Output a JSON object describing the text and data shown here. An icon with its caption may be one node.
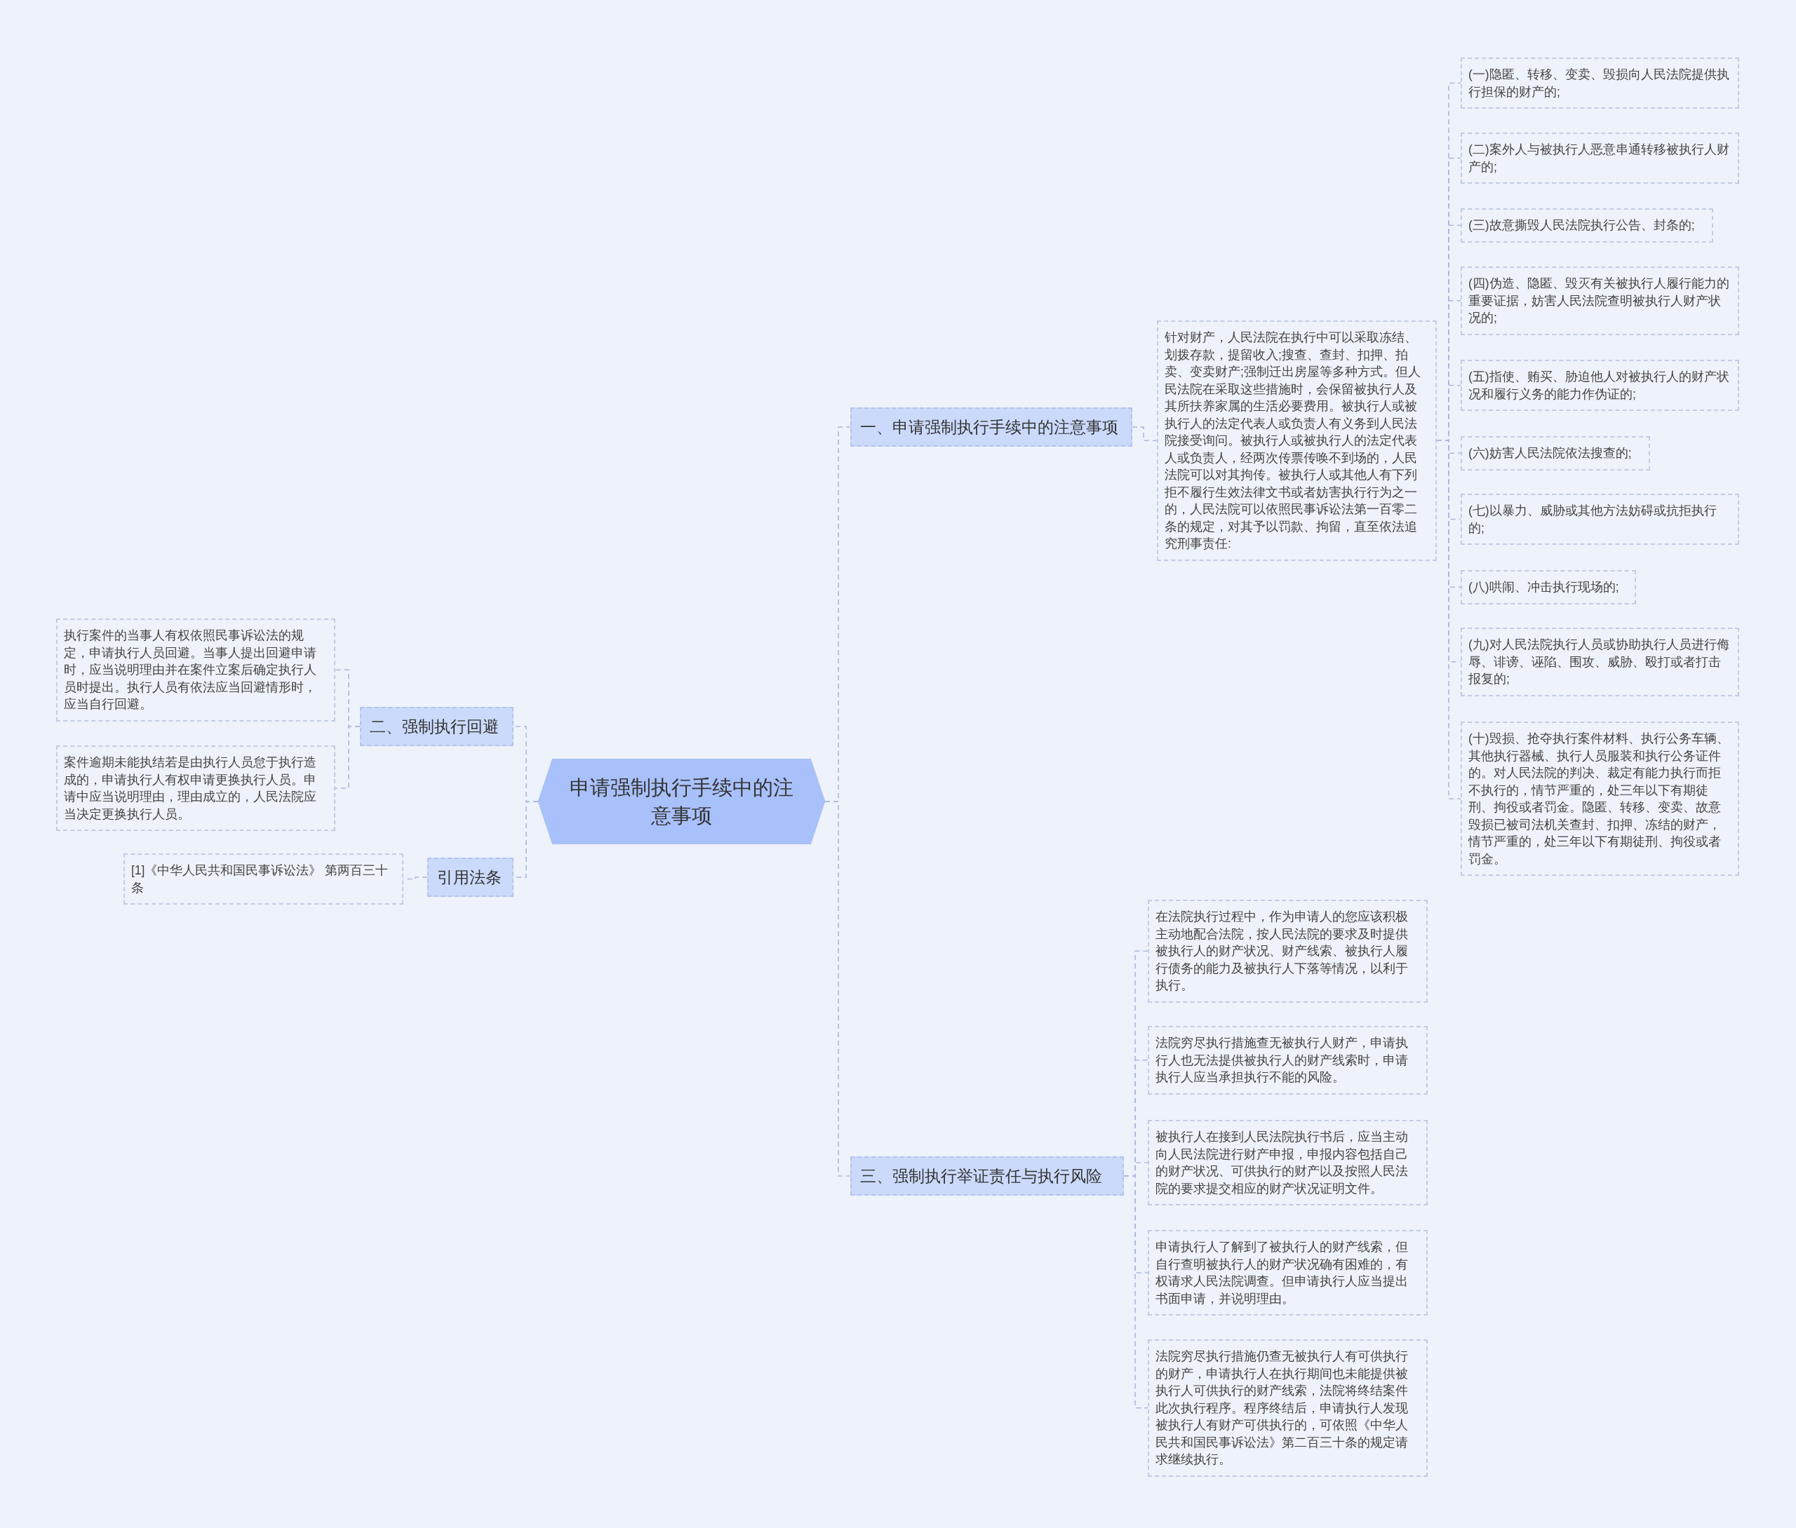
{
  "diagram": {
    "nodes": [
      {
        "text": [
          "申请强制执行手续中的注意事项"
        ]
      },
      {
        "text": [
          "一、申请强制执行手续中的注意事项"
        ]
      },
      {
        "text": [
          "针对财产，人民法院在执行中可以采取冻结、划拨存款，提留收入;搜查、查封、扣押、拍卖、变卖财产;强制迁出房屋等多种方式。但人民法院在采取这些措施时，会保留被执行人及其所扶养家属的生活必要费用。被执行人或被执行人的法定代表人或负责人有义务到人民法院接受询问。被执行人或被执行人的法定代表人或负责人，经两次传票传唤不到场的，人民法院可以对其拘传。被执行人或其他人有下列拒不履行生效法律文书或者妨害执行行为之一的，人民法院可以依照民事诉讼法第一百零二条的规定，对其予以罚款、拘留，直至依法追究刑事责任:"
        ]
      },
      {
        "text": [
          "(一)隐匿、转移、变卖、毁损向人民法院提供执行担保的财产的;"
        ]
      },
      {
        "text": [
          "(二)案外人与被执行人恶意串通转移被执行人财产的;"
        ]
      },
      {
        "text": [
          "(三)故意撕毁人民法院执行公告、封条的;"
        ]
      },
      {
        "text": [
          "(四)伪造、隐匿、毁灭有关被执行人履行能力的重要证据，妨害人民法院查明被执行人财产状况的;"
        ]
      },
      {
        "text": [
          "(五)指使、贿买、胁迫他人对被执行人的财产状况和履行义务的能力作伪证的;"
        ]
      },
      {
        "text": [
          "(六)妨害人民法院依法搜查的;"
        ]
      },
      {
        "text": [
          "(七)以暴力、威胁或其他方法妨碍或抗拒执行的;"
        ]
      },
      {
        "text": [
          "(八)哄闹、冲击执行现场的;"
        ]
      },
      {
        "text": [
          "(九)对人民法院执行人员或协助执行人员进行侮辱、诽谤、诬陷、围攻、威胁、殴打或者打击报复的;"
        ]
      },
      {
        "text": [
          "(十)毁损、抢夺执行案件材料、执行公务车辆、其他执行器械、执行人员服装和执行公务证件的。对人民法院的判决、裁定有能力执行而拒不执行的，情节严重的，处三年以下有期徒刑、拘役或者罚金。隐匿、转移、变卖、故意毁损已被司法机关查封、扣押、冻结的财产，情节严重的，处三年以下有期徒刑、拘役或者罚金。"
        ]
      },
      {
        "text": [
          "二、强制执行回避"
        ]
      },
      {
        "text": [
          "执行案件的当事人有权依照民事诉讼法的规定，申请执行人员回避。当事人提出回避申请时，应当说明理由并在案件立案后确定执行人员时提出。执行人员有依法应当回避情形时，应当自行回避。"
        ]
      },
      {
        "text": [
          "案件逾期未能执结若是由执行人员怠于执行造成的，申请执行人有权申请更换执行人员。申请中应当说明理由，理由成立的，人民法院应当决定更换执行人员。"
        ]
      },
      {
        "text": [
          "引用法条"
        ]
      },
      {
        "text": [
          "[1]《中华人民共和国民事诉讼法》 第两百三十条"
        ]
      },
      {
        "text": [
          "三、强制执行举证责任与执行风险"
        ]
      },
      {
        "text": [
          "在法院执行过程中，作为申请人的您应该积极主动地配合法院，按人民法院的要求及时提供被执行人的财产状况、财产线索、被执行人履行债务的能力及被执行人下落等情况，以利于执行。"
        ]
      },
      {
        "text": [
          "法院穷尽执行措施查无被执行人财产，申请执行人也无法提供被执行人的财产线索时，申请执行人应当承担执行不能的风险。"
        ]
      },
      {
        "text": [
          "被执行人在接到人民法院执行书后，应当主动向人民法院进行财产申报，申报内容包括自己的财产状况、可供执行的财产以及按照人民法院的要求提交相应的财产状况证明文件。"
        ]
      },
      {
        "text": [
          "申请执行人了解到了被执行人的财产线索，但自行查明被执行人的财产状况确有困难的，有权请求人民法院调查。但申请执行人应当提出书面申请，并说明理由。"
        ]
      },
      {
        "text": [
          "法院穷尽执行措施仍查无被执行人有可供执行的财产，申请执行人在执行期间也未能提供被执行人可供执行的财产线索，法院将终结案件此次执行程序。程序终结后，申请执行人发现被执行人有财产可供执行的，可依照《中华人民共和国民事诉讼法》第二百三十条的规定请求继续执行。"
        ]
      }
    ],
    "edges": [
      {
        "from": 0,
        "to": 1,
        "arrow": "none",
        "style": "dashed"
      },
      {
        "from": 1,
        "to": 2,
        "arrow": "none",
        "style": "dashed"
      },
      {
        "from": 2,
        "to": 3,
        "arrow": "none",
        "style": "dashed"
      },
      {
        "from": 2,
        "to": 4,
        "arrow": "none",
        "style": "dashed"
      },
      {
        "from": 2,
        "to": 5,
        "arrow": "none",
        "style": "dashed"
      },
      {
        "from": 2,
        "to": 6,
        "arrow": "none",
        "style": "dashed"
      },
      {
        "from": 2,
        "to": 7,
        "arrow": "none",
        "style": "dashed"
      },
      {
        "from": 2,
        "to": 8,
        "arrow": "none",
        "style": "dashed"
      },
      {
        "from": 2,
        "to": 9,
        "arrow": "none",
        "style": "dashed"
      },
      {
        "from": 2,
        "to": 10,
        "arrow": "none",
        "style": "dashed"
      },
      {
        "from": 2,
        "to": 11,
        "arrow": "none",
        "style": "dashed"
      },
      {
        "from": 2,
        "to": 12,
        "arrow": "none",
        "style": "dashed"
      },
      {
        "from": 0,
        "to": 13,
        "arrow": "none",
        "style": "dashed"
      },
      {
        "from": 13,
        "to": 14,
        "arrow": "none",
        "style": "dashed"
      },
      {
        "from": 13,
        "to": 15,
        "arrow": "none",
        "style": "dashed"
      },
      {
        "from": 0,
        "to": 16,
        "arrow": "none",
        "style": "dashed"
      },
      {
        "from": 16,
        "to": 17,
        "arrow": "none",
        "style": "dashed"
      },
      {
        "from": 0,
        "to": 18,
        "arrow": "none",
        "style": "dashed"
      },
      {
        "from": 18,
        "to": 19,
        "arrow": "none",
        "style": "dashed"
      },
      {
        "from": 18,
        "to": 20,
        "arrow": "none",
        "style": "dashed"
      },
      {
        "from": 18,
        "to": 21,
        "arrow": "none",
        "style": "dashed"
      },
      {
        "from": 18,
        "to": 22,
        "arrow": "none",
        "style": "dashed"
      },
      {
        "from": 18,
        "to": 23,
        "arrow": "none",
        "style": "dashed"
      }
    ]
  }
}
